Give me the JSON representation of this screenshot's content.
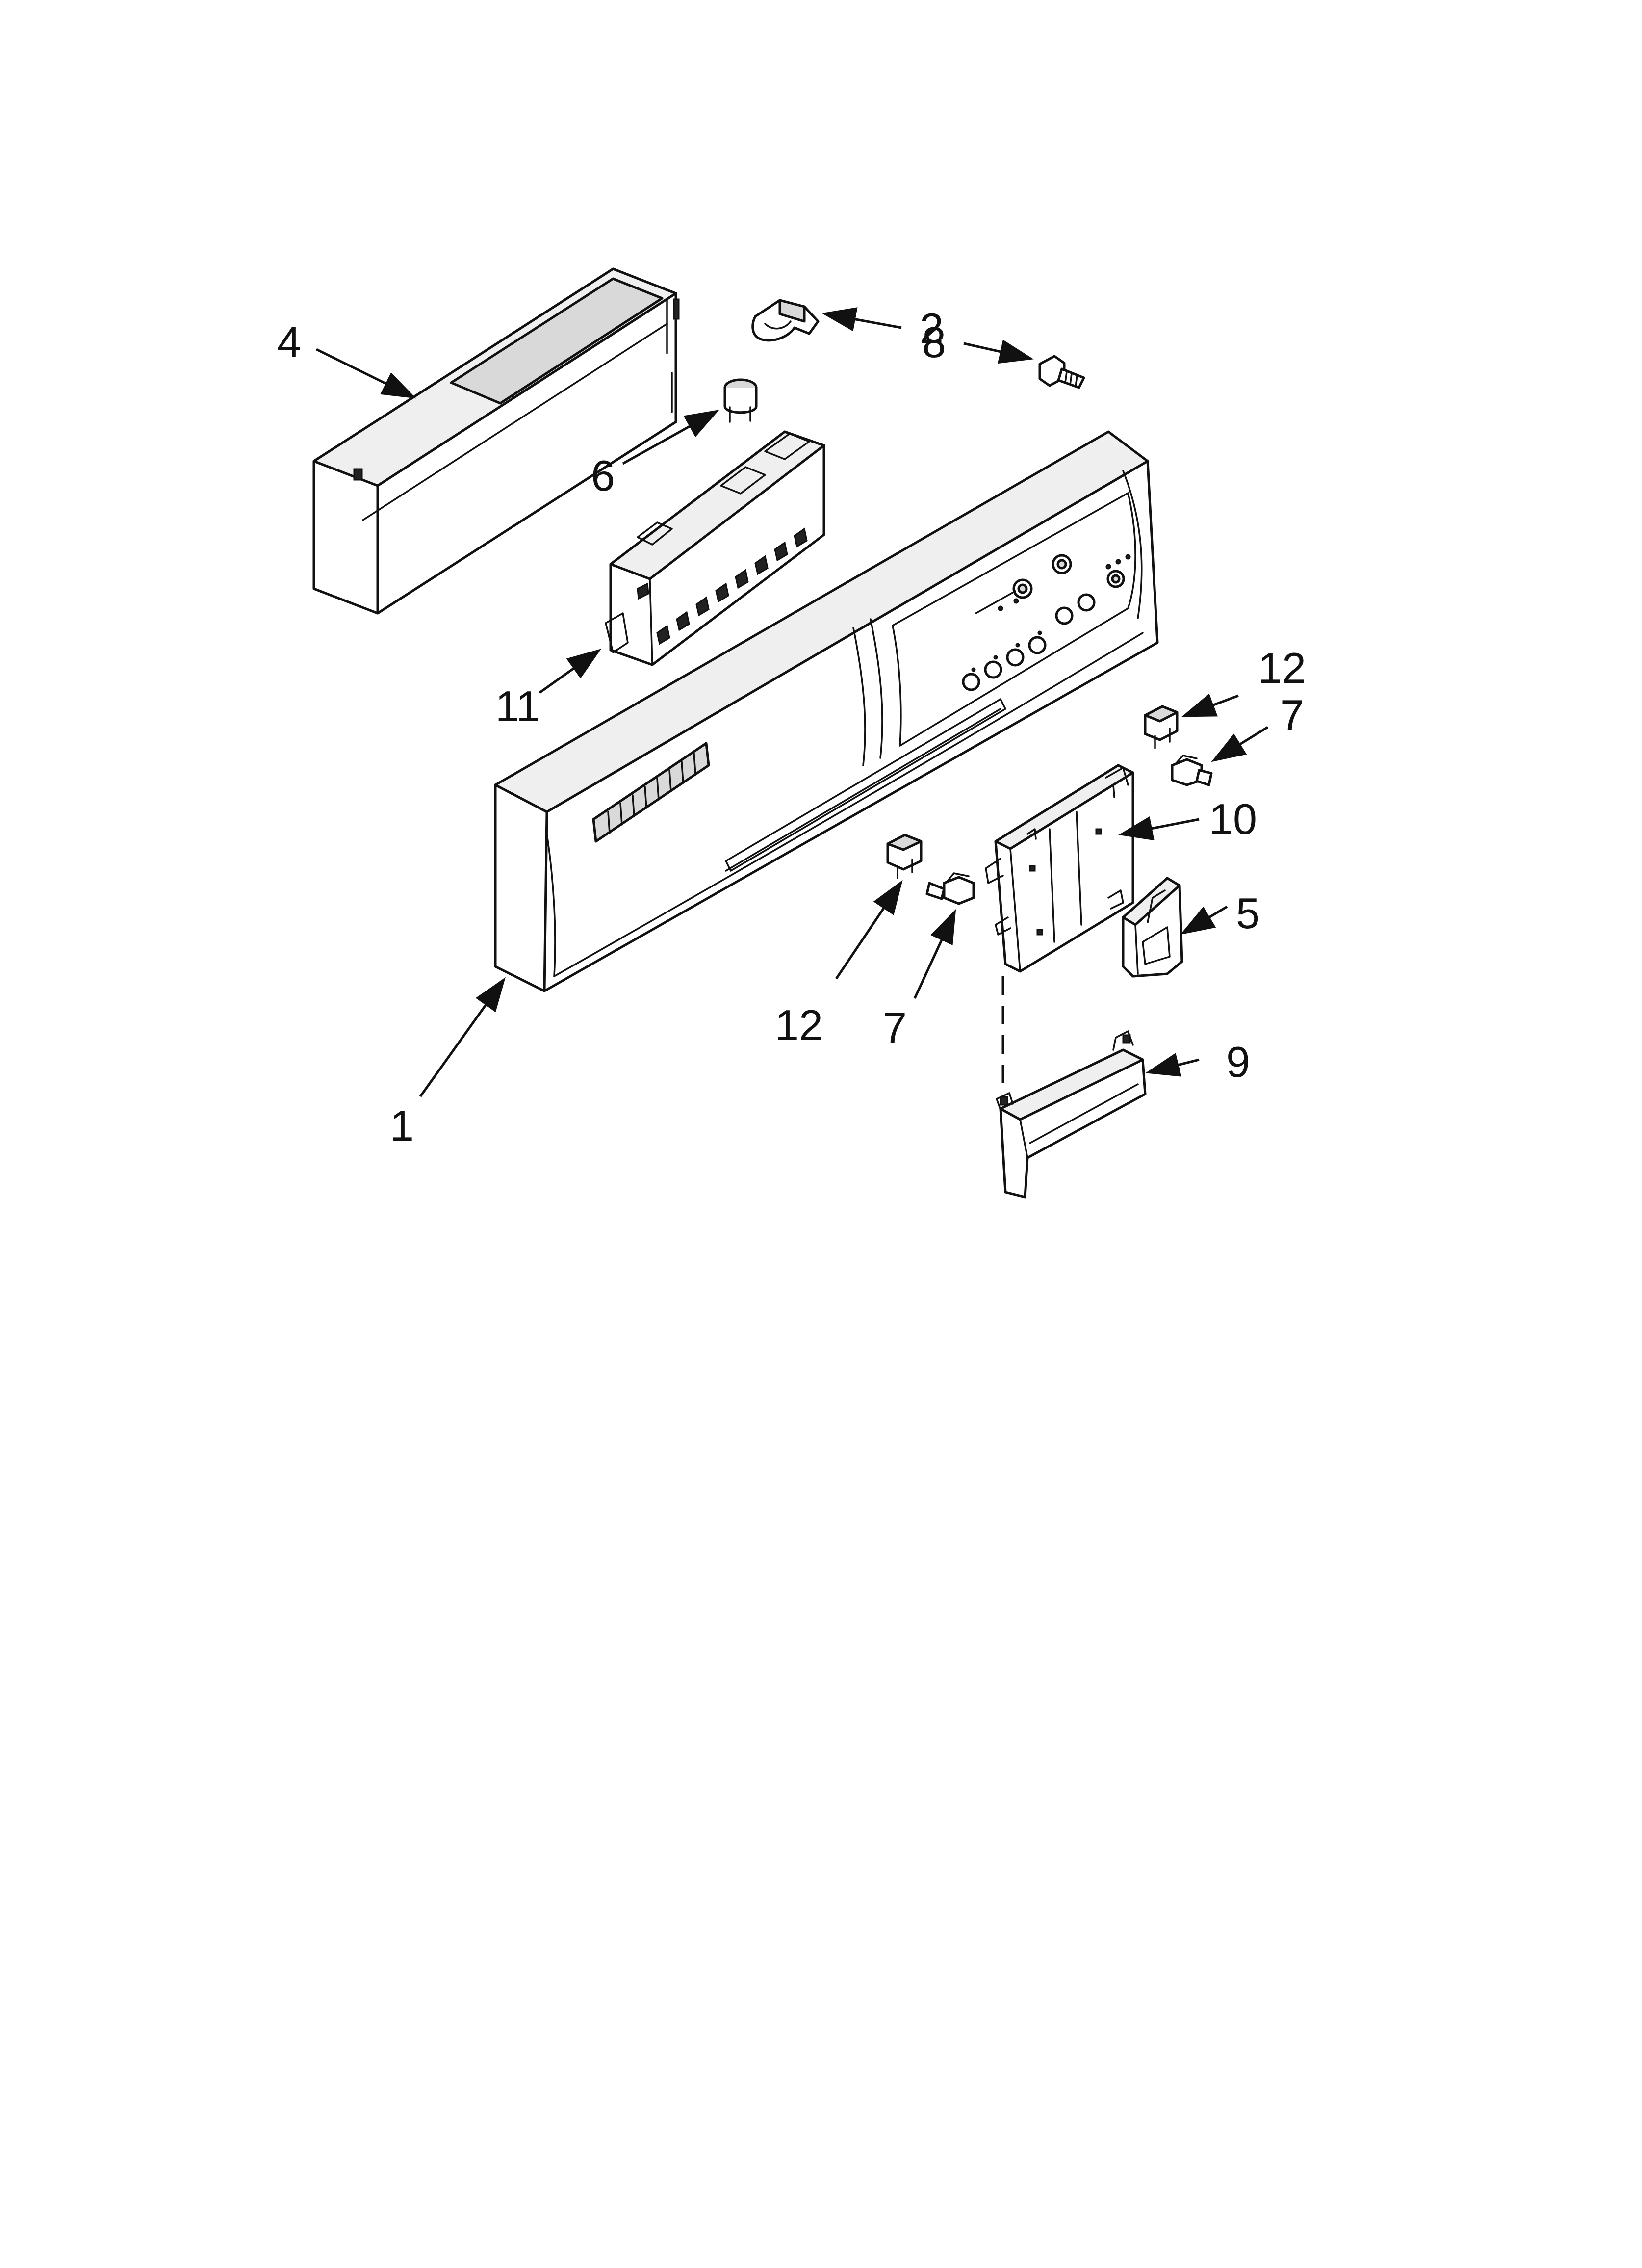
{
  "callouts": {
    "c1": "1",
    "c2": "2",
    "c4": "4",
    "c5": "5",
    "c6": "6",
    "c7a": "7",
    "c7b": "7",
    "c8": "8",
    "c9": "9",
    "c10": "10",
    "c11": "11",
    "c12a": "12",
    "c12b": "12"
  }
}
